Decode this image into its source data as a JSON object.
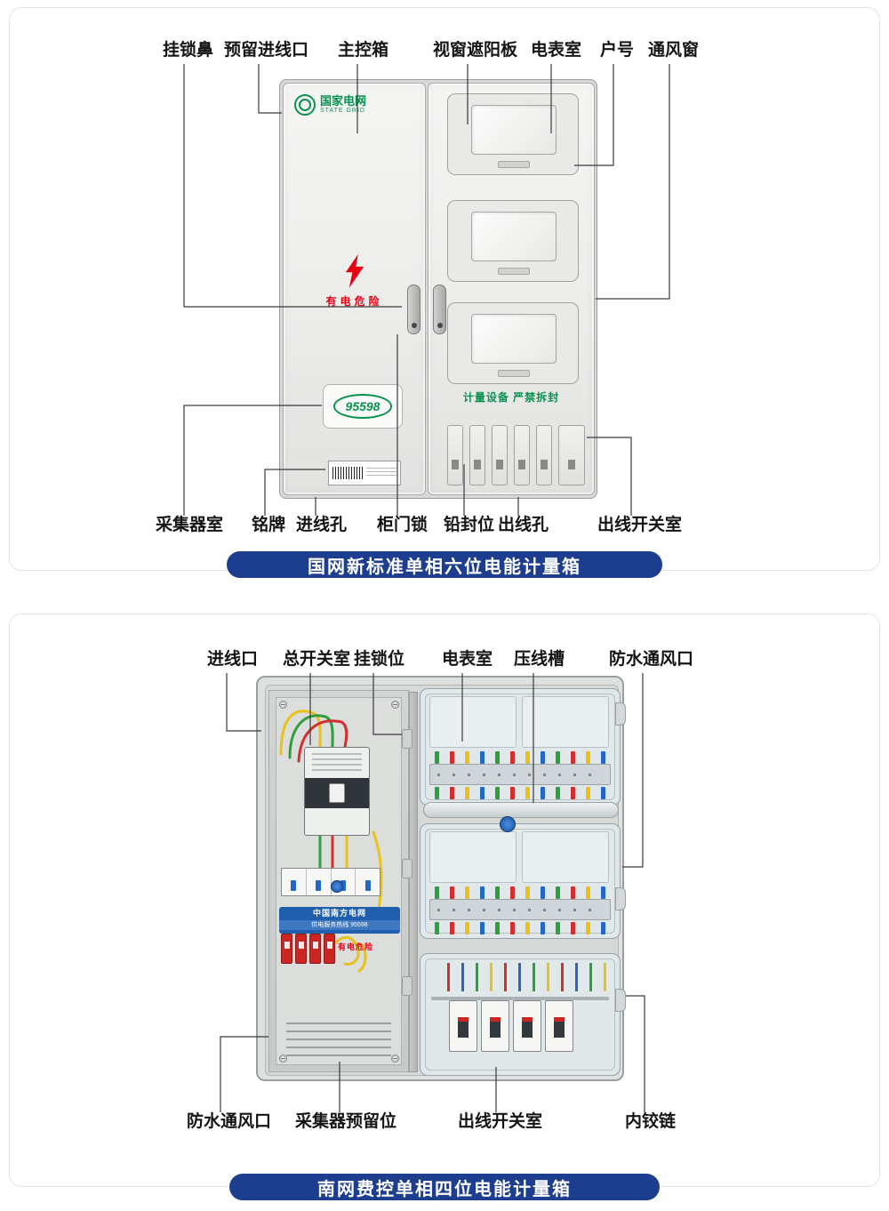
{
  "colors": {
    "banner_blue": "#1d3e8f",
    "brand_green": "#0a9150",
    "warning_red": "#e60012",
    "south_grid_blue": "#1f5fad",
    "callout_line": "#3a3a3a"
  },
  "panel1": {
    "title": "国网新标准单相六位电能计量箱",
    "top_labels": [
      "挂锁鼻",
      "预留进线口",
      "主控箱",
      "视窗遮阳板",
      "电表室",
      "户号",
      "通风窗"
    ],
    "bottom_labels": [
      "采集器室",
      "铭牌",
      "进线孔",
      "柜门锁",
      "铅封位",
      "出线孔",
      "出线开关室"
    ],
    "cabinet": {
      "brand": "国家电网",
      "brand_en": "STATE GRID",
      "electric_warning": "有电危险",
      "hotline": "95598",
      "seal_warning": "计量设备 严禁拆封"
    }
  },
  "panel2": {
    "title": "南网费控单相四位电能计量箱",
    "top_labels": [
      "进线口",
      "总开关室",
      "挂锁位",
      "电表室",
      "压线槽",
      "防水通风口"
    ],
    "bottom_labels": [
      "防水通风口",
      "采集器预留位",
      "出线开关室",
      "内铰链"
    ],
    "box": {
      "south_grid": "中国南方电网",
      "hotline_line": "供电服务热线 95598",
      "electric_warning": "有电危险"
    }
  }
}
